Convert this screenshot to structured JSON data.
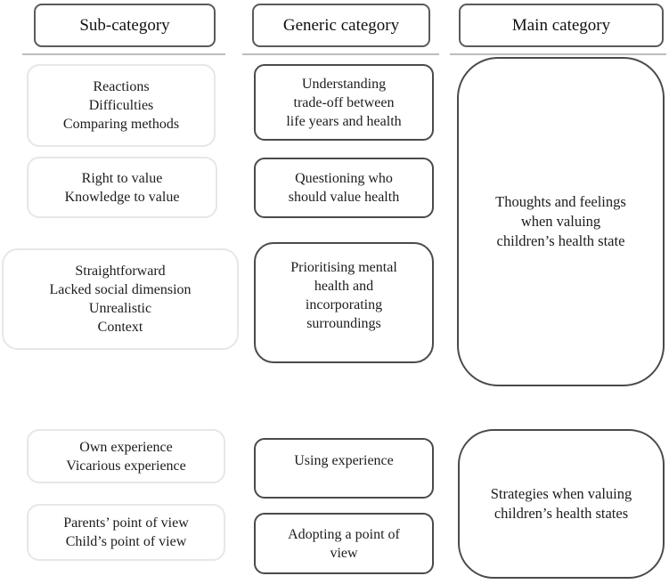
{
  "figure": {
    "headers": [
      {
        "label": "Sub-category"
      },
      {
        "label": "Generic category"
      },
      {
        "label": "Main category"
      }
    ],
    "sub_categories": [
      {
        "text": "Reactions\nDifficulties\nComparing methods"
      },
      {
        "text": "Right to value\nKnowledge to value"
      },
      {
        "text": "Straightforward\nLacked social dimension\nUnrealistic\nContext"
      },
      {
        "text": "Own experience\nVicarious experience"
      },
      {
        "text": "Parents’ point of view\nChild’s point of view"
      }
    ],
    "generic_categories": [
      {
        "text": "Understanding\ntrade-off between\nlife years and health"
      },
      {
        "text": "Questioning who\nshould value health"
      },
      {
        "text": "Prioritising mental\nhealth and\nincorporating\nsurroundings"
      },
      {
        "text": "Using experience"
      },
      {
        "text": "Adopting a point of\nview"
      }
    ],
    "main_categories": [
      {
        "text": "Thoughts and feelings\nwhen valuing\nchildren’s health state"
      },
      {
        "text": "Strategies when valuing\nchildren’s health states"
      }
    ],
    "colors": {
      "background": "#ffffff",
      "text": "#1c1c1c",
      "dark_border": "#4a4a4a",
      "header_border": "#5a5a5a",
      "faint_border": "#e7e7e7",
      "header_underline": "#bdbdbd"
    }
  }
}
